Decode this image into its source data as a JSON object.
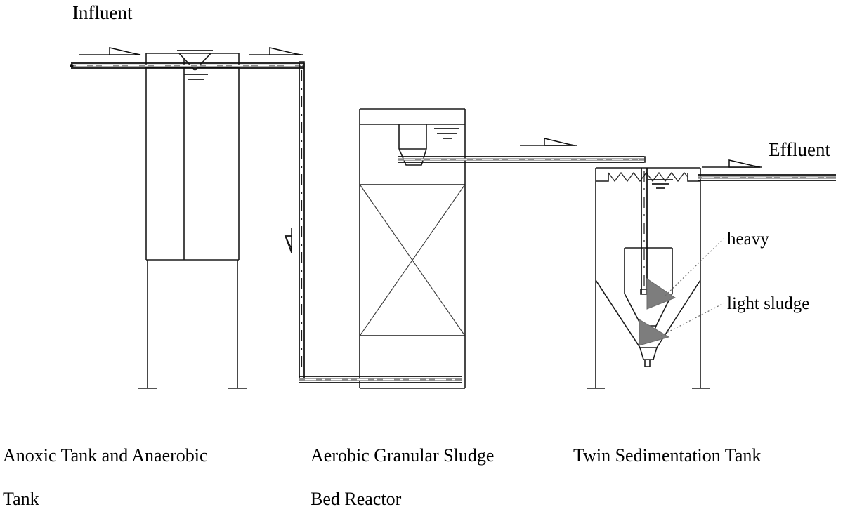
{
  "diagram": {
    "title_visible": false,
    "type": "process-flow-schematic",
    "labels": {
      "influent": "Influent",
      "effluent": "Effluent",
      "heavy": "heavy",
      "light_sludge": "light sludge"
    },
    "captions": [
      {
        "id": "caption-unit-1",
        "line1": "Anoxic  Tank  and  Anaerobic",
        "line2": "Tank"
      },
      {
        "id": "caption-unit-2",
        "line1": "Aerobic Granular Sludge",
        "line2": "Bed Reactor"
      },
      {
        "id": "caption-unit-3",
        "line1": "Twin Sedimentation Tank",
        "line2": ""
      }
    ],
    "units": [
      {
        "id": "unit-anoxic-anaerobic-tank",
        "name": "Anoxic Tank and Anaerobic Tank",
        "shape": "rectangular-vessel-with-internal-baffle-on-legs"
      },
      {
        "id": "unit-aerobic-granular-sludge-bed-reactor",
        "name": "Aerobic Granular Sludge Bed Reactor",
        "shape": "column-with-three-phase-separator-and-packed-bed"
      },
      {
        "id": "unit-twin-sedimentation-tank",
        "name": "Twin Sedimentation Tank",
        "shape": "twin-cone-clarifier-with-sawtooth-weir-on-legs"
      }
    ],
    "streams": [
      {
        "id": "stream-influent",
        "label": "Influent",
        "direction": "right"
      },
      {
        "id": "stream-tank1-to-reactor",
        "label": "",
        "direction": "right-then-down"
      },
      {
        "id": "stream-reactor-bottom-feed",
        "label": "",
        "direction": "right"
      },
      {
        "id": "stream-reactor-to-clarifier",
        "label": "",
        "direction": "right"
      },
      {
        "id": "stream-effluent",
        "label": "Effluent",
        "direction": "right"
      }
    ],
    "colors": {
      "line": "#1b1b1b",
      "pipe_fill": "#8e8e8e",
      "sludge_arrow": "#7d7d7d",
      "background": "#ffffff",
      "leader": "#6f6f6f"
    }
  }
}
